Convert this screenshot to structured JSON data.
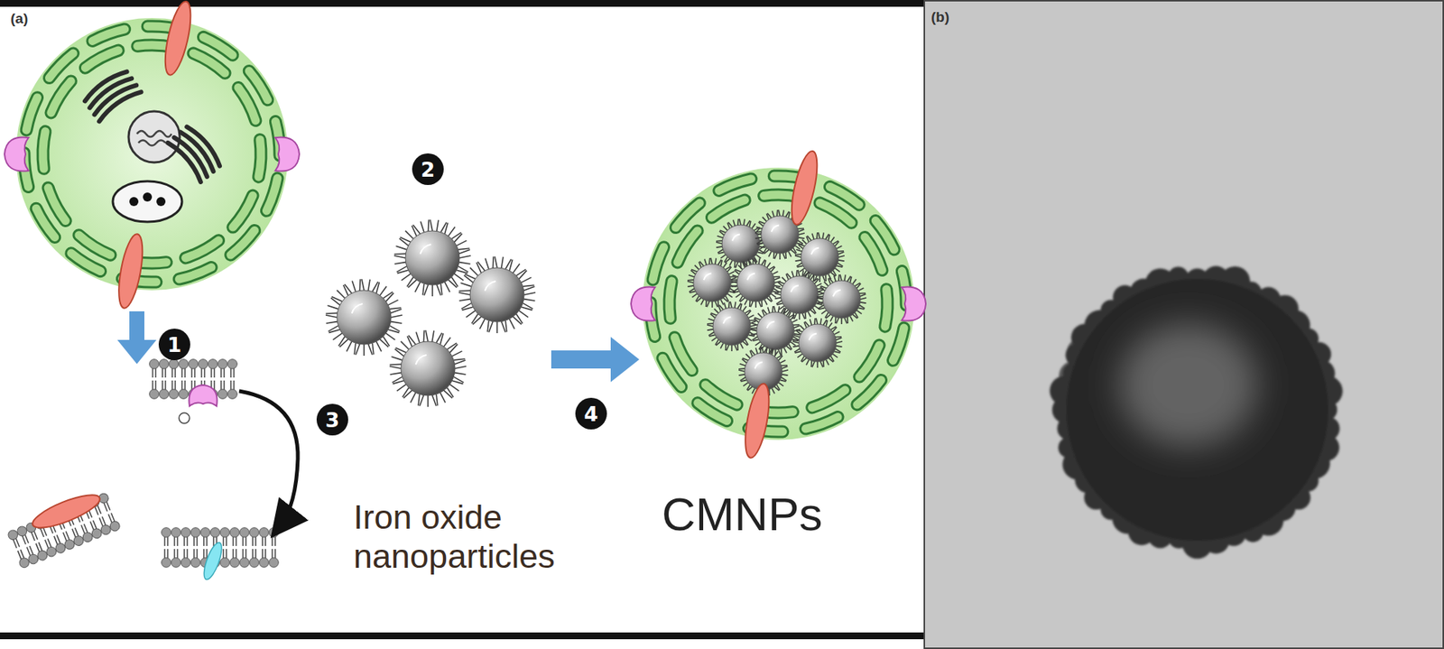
{
  "diagram": {
    "labels": [
      "(a)",
      "(b)",
      "1",
      "2",
      "3",
      "4",
      "Iron oxide nanoparticles",
      "CMNPs"
    ]
  }
}
